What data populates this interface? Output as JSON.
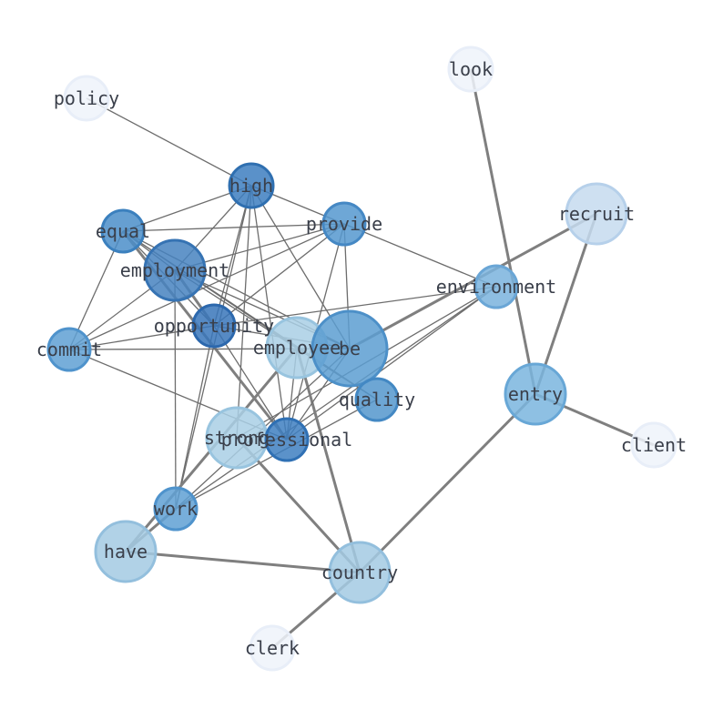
{
  "nodes": [
    {
      "id": "policy",
      "label": "policy",
      "color": "#eef3fa",
      "stroke": "#e8eef8"
    },
    {
      "id": "look",
      "label": "look",
      "color": "#eef3fa",
      "stroke": "#e8eef8"
    },
    {
      "id": "high",
      "label": "high",
      "color": "#3d7ebf",
      "stroke": "#2f6fb0"
    },
    {
      "id": "provide",
      "label": "provide",
      "color": "#5598cf",
      "stroke": "#4588c4"
    },
    {
      "id": "recruit",
      "label": "recruit",
      "color": "#c6dbef",
      "stroke": "#b6d0ea"
    },
    {
      "id": "equal",
      "label": "equal",
      "color": "#4b8ec9",
      "stroke": "#3b80be"
    },
    {
      "id": "employment",
      "label": "employment",
      "color": "#4682c0",
      "stroke": "#3673b3"
    },
    {
      "id": "environment",
      "label": "environment",
      "color": "#7ab3dd",
      "stroke": "#6aa6d6"
    },
    {
      "id": "opportunity",
      "label": "opportunity",
      "color": "#3876ba",
      "stroke": "#2c68ad"
    },
    {
      "id": "commit",
      "label": "commit",
      "color": "#5fa0d4",
      "stroke": "#4f93cc"
    },
    {
      "id": "employee",
      "label": "employee",
      "color": "#a9cfe5",
      "stroke": "#98c4df"
    },
    {
      "id": "be",
      "label": "be",
      "color": "#5c9dd1",
      "stroke": "#4d90c8"
    },
    {
      "id": "quality",
      "label": "quality",
      "color": "#5396cd",
      "stroke": "#4388c3"
    },
    {
      "id": "entry",
      "label": "entry",
      "color": "#7ab5de",
      "stroke": "#68a7d6"
    },
    {
      "id": "strong",
      "label": "strong",
      "color": "#a9cfe5",
      "stroke": "#98c4df"
    },
    {
      "id": "professional",
      "label": "professional",
      "color": "#3e7fc1",
      "stroke": "#2f70b4"
    },
    {
      "id": "client",
      "label": "client",
      "color": "#eef3fa",
      "stroke": "#e8eef8"
    },
    {
      "id": "work",
      "label": "work",
      "color": "#5fa0d4",
      "stroke": "#4f93cc"
    },
    {
      "id": "have",
      "label": "have",
      "color": "#a3cae3",
      "stroke": "#93bfdd"
    },
    {
      "id": "country",
      "label": "country",
      "color": "#a3cae3",
      "stroke": "#93bfdd"
    },
    {
      "id": "clerk",
      "label": "clerk",
      "color": "#eef3fa",
      "stroke": "#e8eef8"
    }
  ],
  "edges": [
    {
      "source": "policy",
      "target": "high",
      "weight": 1
    },
    {
      "source": "look",
      "target": "entry",
      "weight": 2
    },
    {
      "source": "high",
      "target": "provide",
      "weight": 1
    },
    {
      "source": "high",
      "target": "equal",
      "weight": 1
    },
    {
      "source": "high",
      "target": "employment",
      "weight": 1
    },
    {
      "source": "high",
      "target": "opportunity",
      "weight": 1
    },
    {
      "source": "high",
      "target": "be",
      "weight": 1
    },
    {
      "source": "high",
      "target": "professional",
      "weight": 1
    },
    {
      "source": "high",
      "target": "work",
      "weight": 1
    },
    {
      "source": "high",
      "target": "strong",
      "weight": 1
    },
    {
      "source": "equal",
      "target": "provide",
      "weight": 1
    },
    {
      "source": "equal",
      "target": "employment",
      "weight": 1
    },
    {
      "source": "equal",
      "target": "opportunity",
      "weight": 1
    },
    {
      "source": "equal",
      "target": "commit",
      "weight": 1
    },
    {
      "source": "equal",
      "target": "be",
      "weight": 1
    },
    {
      "source": "equal",
      "target": "quality",
      "weight": 1
    },
    {
      "source": "equal",
      "target": "professional",
      "weight": 2
    },
    {
      "source": "equal",
      "target": "employee",
      "weight": 1
    },
    {
      "source": "provide",
      "target": "employment",
      "weight": 1
    },
    {
      "source": "provide",
      "target": "environment",
      "weight": 1
    },
    {
      "source": "provide",
      "target": "opportunity",
      "weight": 1
    },
    {
      "source": "provide",
      "target": "commit",
      "weight": 1
    },
    {
      "source": "provide",
      "target": "be",
      "weight": 1
    },
    {
      "source": "provide",
      "target": "professional",
      "weight": 1
    },
    {
      "source": "employment",
      "target": "opportunity",
      "weight": 2
    },
    {
      "source": "employment",
      "target": "commit",
      "weight": 1
    },
    {
      "source": "employment",
      "target": "work",
      "weight": 1
    },
    {
      "source": "employment",
      "target": "be",
      "weight": 1
    },
    {
      "source": "employment",
      "target": "quality",
      "weight": 1
    },
    {
      "source": "opportunity",
      "target": "commit",
      "weight": 1
    },
    {
      "source": "opportunity",
      "target": "be",
      "weight": 1
    },
    {
      "source": "opportunity",
      "target": "work",
      "weight": 1
    },
    {
      "source": "opportunity",
      "target": "professional",
      "weight": 1
    },
    {
      "source": "opportunity",
      "target": "environment",
      "weight": 1
    },
    {
      "source": "commit",
      "target": "be",
      "weight": 1
    },
    {
      "source": "commit",
      "target": "professional",
      "weight": 1
    },
    {
      "source": "recruit",
      "target": "be",
      "weight": 2
    },
    {
      "source": "recruit",
      "target": "entry",
      "weight": 2
    },
    {
      "source": "environment",
      "target": "work",
      "weight": 1
    },
    {
      "source": "environment",
      "target": "professional",
      "weight": 1
    },
    {
      "source": "environment",
      "target": "strong",
      "weight": 1
    },
    {
      "source": "employee",
      "target": "country",
      "weight": 2
    },
    {
      "source": "employee",
      "target": "have",
      "weight": 2
    },
    {
      "source": "employee",
      "target": "professional",
      "weight": 1
    },
    {
      "source": "be",
      "target": "professional",
      "weight": 1
    },
    {
      "source": "be",
      "target": "work",
      "weight": 1
    },
    {
      "source": "quality",
      "target": "work",
      "weight": 1
    },
    {
      "source": "strong",
      "target": "country",
      "weight": 2
    },
    {
      "source": "entry",
      "target": "client",
      "weight": 2
    },
    {
      "source": "entry",
      "target": "country",
      "weight": 2
    },
    {
      "source": "have",
      "target": "work",
      "weight": 2
    },
    {
      "source": "have",
      "target": "country",
      "weight": 2
    },
    {
      "source": "country",
      "target": "clerk",
      "weight": 2
    }
  ]
}
